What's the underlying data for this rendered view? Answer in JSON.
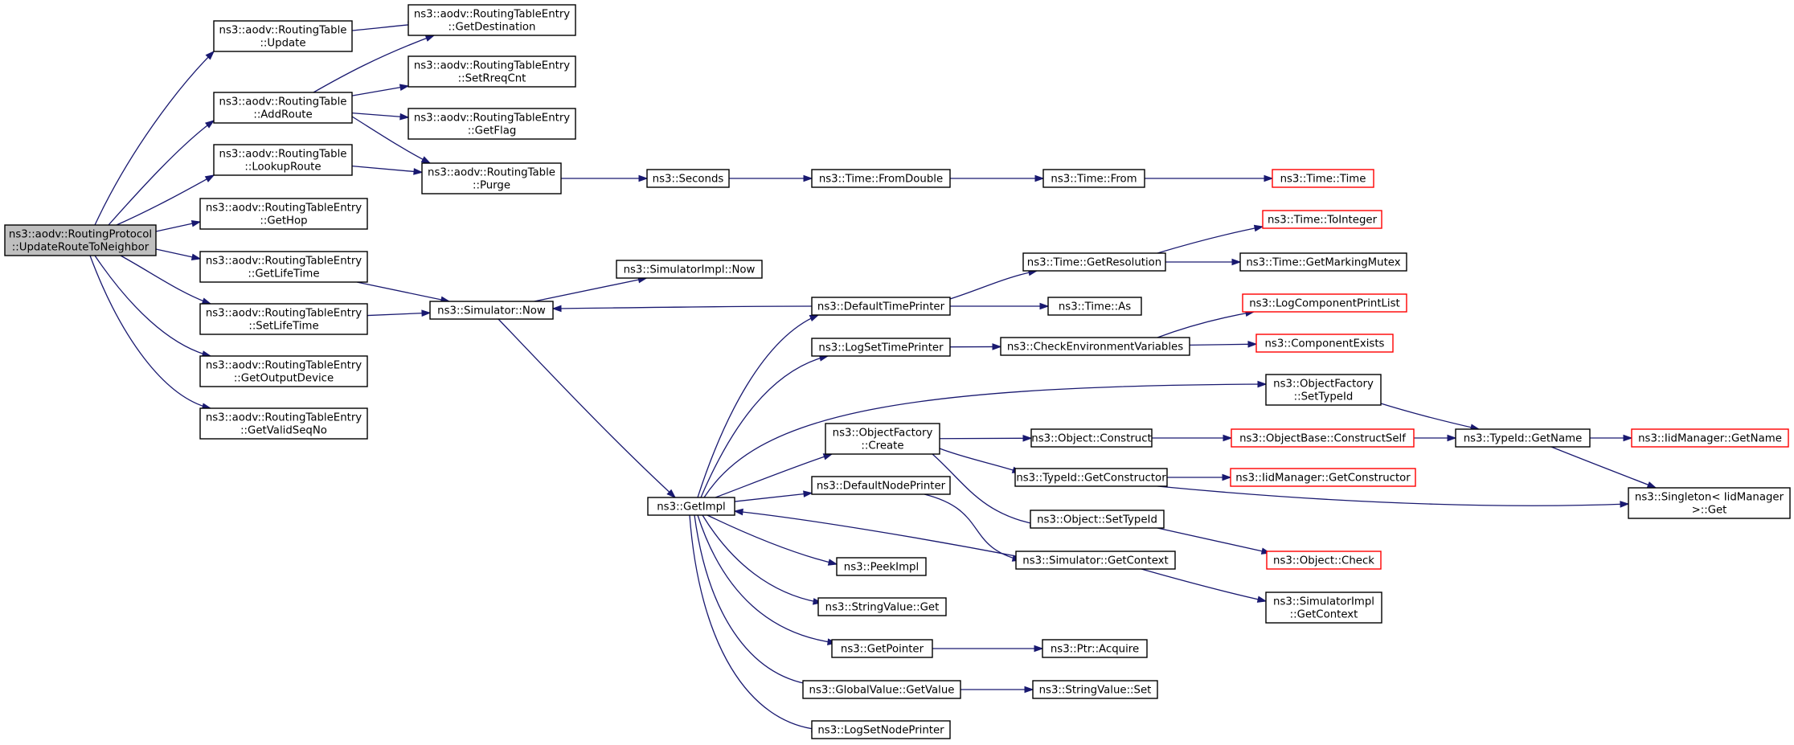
{
  "diagram": {
    "nodes": [
      {
        "id": "root",
        "lines": [
          "ns3::aodv::RoutingProtocol",
          "::UpdateRouteToNeighbor"
        ],
        "style": "root"
      },
      {
        "id": "rt_update",
        "lines": [
          "ns3::aodv::RoutingTable",
          "::Update"
        ],
        "style": "normal"
      },
      {
        "id": "rt_addroute",
        "lines": [
          "ns3::aodv::RoutingTable",
          "::AddRoute"
        ],
        "style": "normal"
      },
      {
        "id": "rt_lookup",
        "lines": [
          "ns3::aodv::RoutingTable",
          "::LookupRoute"
        ],
        "style": "normal"
      },
      {
        "id": "rte_gethop",
        "lines": [
          "ns3::aodv::RoutingTableEntry",
          "::GetHop"
        ],
        "style": "normal"
      },
      {
        "id": "rte_getlifetime",
        "lines": [
          "ns3::aodv::RoutingTableEntry",
          "::GetLifeTime"
        ],
        "style": "normal"
      },
      {
        "id": "rte_setlifetime",
        "lines": [
          "ns3::aodv::RoutingTableEntry",
          "::SetLifeTime"
        ],
        "style": "normal"
      },
      {
        "id": "rte_getoutput",
        "lines": [
          "ns3::aodv::RoutingTableEntry",
          "::GetOutputDevice"
        ],
        "style": "normal"
      },
      {
        "id": "rte_getvalidseq",
        "lines": [
          "ns3::aodv::RoutingTableEntry",
          "::GetValidSeqNo"
        ],
        "style": "normal"
      },
      {
        "id": "rte_getdest",
        "lines": [
          "ns3::aodv::RoutingTableEntry",
          "::GetDestination"
        ],
        "style": "normal"
      },
      {
        "id": "rte_setrreq",
        "lines": [
          "ns3::aodv::RoutingTableEntry",
          "::SetRreqCnt"
        ],
        "style": "normal"
      },
      {
        "id": "rte_getflag",
        "lines": [
          "ns3::aodv::RoutingTableEntry",
          "::GetFlag"
        ],
        "style": "normal"
      },
      {
        "id": "rt_purge",
        "lines": [
          "ns3::aodv::RoutingTable",
          "::Purge"
        ],
        "style": "normal"
      },
      {
        "id": "seconds",
        "lines": [
          "ns3::Seconds"
        ],
        "style": "normal"
      },
      {
        "id": "fromdouble",
        "lines": [
          "ns3::Time::FromDouble"
        ],
        "style": "normal"
      },
      {
        "id": "time_from",
        "lines": [
          "ns3::Time::From"
        ],
        "style": "normal"
      },
      {
        "id": "time_time",
        "lines": [
          "ns3::Time::Time"
        ],
        "style": "external"
      },
      {
        "id": "simimpl_now",
        "lines": [
          "ns3::SimulatorImpl::Now"
        ],
        "style": "normal"
      },
      {
        "id": "sim_now",
        "lines": [
          "ns3::Simulator::Now"
        ],
        "style": "normal"
      },
      {
        "id": "getimpl",
        "lines": [
          "ns3::GetImpl"
        ],
        "style": "normal"
      },
      {
        "id": "deftimeprinter",
        "lines": [
          "ns3::DefaultTimePrinter"
        ],
        "style": "normal"
      },
      {
        "id": "getresolution",
        "lines": [
          "ns3::Time::GetResolution"
        ],
        "style": "normal"
      },
      {
        "id": "tointeger",
        "lines": [
          "ns3::Time::ToInteger"
        ],
        "style": "external"
      },
      {
        "id": "getmarkingmutex",
        "lines": [
          "ns3::Time::GetMarkingMutex"
        ],
        "style": "normal"
      },
      {
        "id": "time_as",
        "lines": [
          "ns3::Time::As"
        ],
        "style": "normal"
      },
      {
        "id": "logsettimeprinter",
        "lines": [
          "ns3::LogSetTimePrinter"
        ],
        "style": "normal"
      },
      {
        "id": "checkenv",
        "lines": [
          "ns3::CheckEnvironmentVariables"
        ],
        "style": "normal"
      },
      {
        "id": "logcompprint",
        "lines": [
          "ns3::LogComponentPrintList"
        ],
        "style": "external"
      },
      {
        "id": "compexists",
        "lines": [
          "ns3::ComponentExists"
        ],
        "style": "external"
      },
      {
        "id": "of_settypeid",
        "lines": [
          "ns3::ObjectFactory",
          "::SetTypeId"
        ],
        "style": "normal"
      },
      {
        "id": "of_create",
        "lines": [
          "ns3::ObjectFactory",
          "::Create"
        ],
        "style": "normal"
      },
      {
        "id": "obj_construct",
        "lines": [
          "ns3::Object::Construct"
        ],
        "style": "normal"
      },
      {
        "id": "objbase_constructself",
        "lines": [
          "ns3::ObjectBase::ConstructSelf"
        ],
        "style": "external"
      },
      {
        "id": "typeid_getname",
        "lines": [
          "ns3::TypeId::GetName"
        ],
        "style": "normal"
      },
      {
        "id": "iidmgr_getname",
        "lines": [
          "ns3::IidManager::GetName"
        ],
        "style": "external"
      },
      {
        "id": "typeid_getconstructor",
        "lines": [
          "ns3::TypeId::GetConstructor"
        ],
        "style": "normal"
      },
      {
        "id": "iidmgr_getconstructor",
        "lines": [
          "ns3::IidManager::GetConstructor"
        ],
        "style": "external"
      },
      {
        "id": "singleton_get",
        "lines": [
          "ns3::Singleton< IidManager",
          " >::Get"
        ],
        "style": "normal"
      },
      {
        "id": "defnodeprinter",
        "lines": [
          "ns3::DefaultNodePrinter"
        ],
        "style": "normal"
      },
      {
        "id": "obj_settypeid",
        "lines": [
          "ns3::Object::SetTypeId"
        ],
        "style": "normal"
      },
      {
        "id": "obj_check",
        "lines": [
          "ns3::Object::Check"
        ],
        "style": "external"
      },
      {
        "id": "sim_getcontext",
        "lines": [
          "ns3::Simulator::GetContext"
        ],
        "style": "normal"
      },
      {
        "id": "simimpl_getcontext",
        "lines": [
          "ns3::SimulatorImpl",
          "::GetContext"
        ],
        "style": "normal"
      },
      {
        "id": "peekimpl",
        "lines": [
          "ns3::PeekImpl"
        ],
        "style": "normal"
      },
      {
        "id": "stringvalue_get",
        "lines": [
          "ns3::StringValue::Get"
        ],
        "style": "normal"
      },
      {
        "id": "getpointer",
        "lines": [
          "ns3::GetPointer"
        ],
        "style": "normal"
      },
      {
        "id": "ptr_acquire",
        "lines": [
          "ns3::Ptr::Acquire"
        ],
        "style": "normal"
      },
      {
        "id": "globalvalue_getvalue",
        "lines": [
          "ns3::GlobalValue::GetValue"
        ],
        "style": "normal"
      },
      {
        "id": "stringvalue_set",
        "lines": [
          "ns3::StringValue::Set"
        ],
        "style": "normal"
      },
      {
        "id": "logsetnodeprinter",
        "lines": [
          "ns3::LogSetNodePrinter"
        ],
        "style": "normal"
      }
    ],
    "edges": [
      {
        "from": "root",
        "to": "rt_update"
      },
      {
        "from": "root",
        "to": "rt_addroute"
      },
      {
        "from": "root",
        "to": "rt_lookup"
      },
      {
        "from": "root",
        "to": "rte_gethop"
      },
      {
        "from": "root",
        "to": "rte_getlifetime"
      },
      {
        "from": "root",
        "to": "rte_setlifetime"
      },
      {
        "from": "root",
        "to": "rte_getoutput"
      },
      {
        "from": "root",
        "to": "rte_getvalidseq"
      },
      {
        "from": "rt_update",
        "to": "rte_getdest"
      },
      {
        "from": "rt_addroute",
        "to": "rte_getdest"
      },
      {
        "from": "rt_addroute",
        "to": "rte_setrreq"
      },
      {
        "from": "rt_addroute",
        "to": "rte_getflag"
      },
      {
        "from": "rt_addroute",
        "to": "rt_purge"
      },
      {
        "from": "rt_lookup",
        "to": "rt_purge"
      },
      {
        "from": "rt_purge",
        "to": "seconds"
      },
      {
        "from": "seconds",
        "to": "fromdouble"
      },
      {
        "from": "fromdouble",
        "to": "time_from"
      },
      {
        "from": "time_from",
        "to": "time_time"
      },
      {
        "from": "rte_getlifetime",
        "to": "sim_now"
      },
      {
        "from": "rte_setlifetime",
        "to": "sim_now"
      },
      {
        "from": "sim_now",
        "to": "simimpl_now"
      },
      {
        "from": "sim_now",
        "to": "getimpl"
      },
      {
        "from": "getimpl",
        "to": "deftimeprinter"
      },
      {
        "from": "getimpl",
        "to": "logsettimeprinter"
      },
      {
        "from": "getimpl",
        "to": "of_settypeid"
      },
      {
        "from": "getimpl",
        "to": "of_create"
      },
      {
        "from": "getimpl",
        "to": "defnodeprinter"
      },
      {
        "from": "getimpl",
        "to": "peekimpl"
      },
      {
        "from": "getimpl",
        "to": "stringvalue_get"
      },
      {
        "from": "getimpl",
        "to": "getpointer"
      },
      {
        "from": "getimpl",
        "to": "globalvalue_getvalue"
      },
      {
        "from": "getimpl",
        "to": "logsetnodeprinter"
      },
      {
        "from": "deftimeprinter",
        "to": "sim_now"
      },
      {
        "from": "deftimeprinter",
        "to": "getresolution"
      },
      {
        "from": "deftimeprinter",
        "to": "time_as"
      },
      {
        "from": "getresolution",
        "to": "tointeger"
      },
      {
        "from": "getresolution",
        "to": "getmarkingmutex"
      },
      {
        "from": "logsettimeprinter",
        "to": "checkenv"
      },
      {
        "from": "checkenv",
        "to": "logcompprint"
      },
      {
        "from": "checkenv",
        "to": "compexists"
      },
      {
        "from": "of_settypeid",
        "to": "typeid_getname"
      },
      {
        "from": "of_create",
        "to": "obj_construct"
      },
      {
        "from": "of_create",
        "to": "typeid_getconstructor"
      },
      {
        "from": "of_create",
        "to": "obj_settypeid"
      },
      {
        "from": "obj_construct",
        "to": "objbase_constructself"
      },
      {
        "from": "objbase_constructself",
        "to": "typeid_getname"
      },
      {
        "from": "typeid_getname",
        "to": "iidmgr_getname"
      },
      {
        "from": "typeid_getname",
        "to": "singleton_get"
      },
      {
        "from": "typeid_getconstructor",
        "to": "iidmgr_getconstructor"
      },
      {
        "from": "typeid_getconstructor",
        "to": "singleton_get"
      },
      {
        "from": "defnodeprinter",
        "to": "sim_getcontext"
      },
      {
        "from": "obj_settypeid",
        "to": "obj_check"
      },
      {
        "from": "sim_getcontext",
        "to": "getimpl"
      },
      {
        "from": "sim_getcontext",
        "to": "simimpl_getcontext"
      },
      {
        "from": "getpointer",
        "to": "ptr_acquire"
      },
      {
        "from": "globalvalue_getvalue",
        "to": "stringvalue_set"
      }
    ]
  }
}
